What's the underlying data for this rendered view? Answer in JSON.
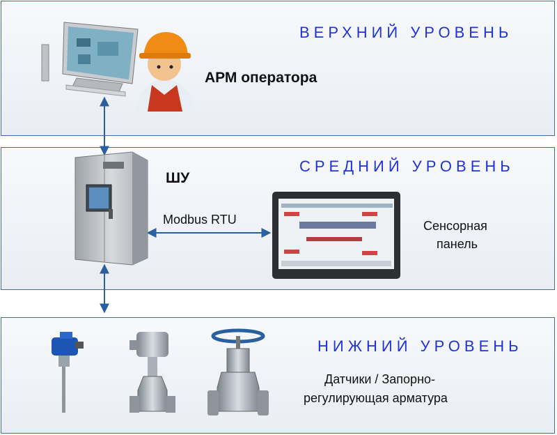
{
  "levels": {
    "top": "ВЕРХНИЙ УРОВЕНЬ",
    "middle": "СРЕДНИЙ УРОВЕНЬ",
    "bottom": "НИЖНИЙ УРОВЕНЬ"
  },
  "nodes": {
    "operator_workstation": "АРМ оператора",
    "control_cabinet": "ШУ",
    "touch_panel_line1": "Сенсорная",
    "touch_panel_line2": "панель",
    "field_devices_line1": "Датчики / Запорно-",
    "field_devices_line2": "регулирующая арматура"
  },
  "links": {
    "cabinet_panel": "Modbus RTU"
  },
  "colors": {
    "level_title": "#1f33d6",
    "band_border": "#3a6ea5",
    "arrow": "#2a5fa0"
  },
  "icons": [
    "computer-monitor-icon",
    "operator-worker-icon",
    "control-cabinet-icon",
    "touch-panel-icon",
    "temperature-sensor-icon",
    "motorized-valve-icon",
    "gate-valve-icon"
  ]
}
